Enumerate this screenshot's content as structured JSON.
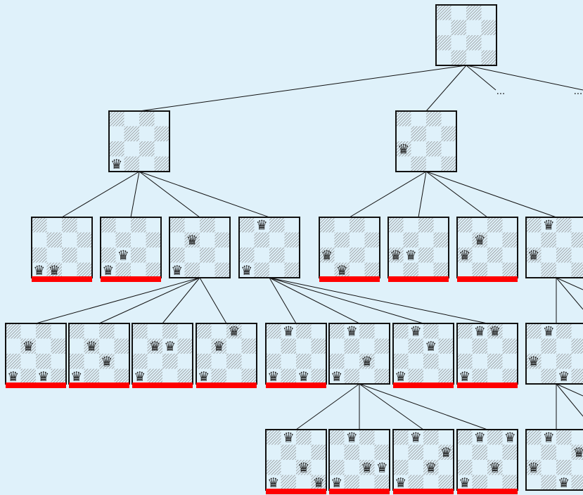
{
  "colors": {
    "background": "#dff1fa",
    "light_square": "#dff1fa",
    "dark_square_hatch": "#8a8a8a",
    "board_border": "#111111",
    "edge": "#111111",
    "conflict_bar": "#ff0000",
    "queen": "#222222"
  },
  "glyphs": {
    "queen": "♛",
    "ellipsis": "..."
  },
  "tree": {
    "board_size": 4,
    "queen_notation": "[column, row] with row 0 = top",
    "root": {
      "queens": [],
      "children": [
        {
          "queens": [
            [
              0,
              3
            ]
          ],
          "children": [
            {
              "queens": [
                [
                  0,
                  3
                ],
                [
                  1,
                  3
                ]
              ],
              "conflict": true
            },
            {
              "queens": [
                [
                  0,
                  3
                ],
                [
                  1,
                  2
                ]
              ],
              "conflict": true
            },
            {
              "queens": [
                [
                  0,
                  3
                ],
                [
                  1,
                  1
                ]
              ],
              "children": [
                {
                  "queens": [
                    [
                      0,
                      3
                    ],
                    [
                      1,
                      1
                    ],
                    [
                      2,
                      3
                    ]
                  ],
                  "conflict": true
                },
                {
                  "queens": [
                    [
                      0,
                      3
                    ],
                    [
                      1,
                      1
                    ],
                    [
                      2,
                      2
                    ]
                  ],
                  "conflict": true
                },
                {
                  "queens": [
                    [
                      0,
                      3
                    ],
                    [
                      1,
                      1
                    ],
                    [
                      2,
                      1
                    ]
                  ],
                  "conflict": true
                },
                {
                  "queens": [
                    [
                      0,
                      3
                    ],
                    [
                      1,
                      1
                    ],
                    [
                      2,
                      0
                    ]
                  ],
                  "conflict": true
                }
              ]
            },
            {
              "queens": [
                [
                  0,
                  3
                ],
                [
                  1,
                  0
                ]
              ],
              "children": [
                {
                  "queens": [
                    [
                      0,
                      3
                    ],
                    [
                      1,
                      0
                    ],
                    [
                      2,
                      3
                    ]
                  ],
                  "conflict": true
                },
                {
                  "queens": [
                    [
                      0,
                      3
                    ],
                    [
                      1,
                      0
                    ],
                    [
                      2,
                      2
                    ]
                  ],
                  "children": [
                    {
                      "queens": [
                        [
                          0,
                          3
                        ],
                        [
                          1,
                          0
                        ],
                        [
                          2,
                          2
                        ],
                        [
                          3,
                          3
                        ]
                      ],
                      "conflict": true
                    },
                    {
                      "queens": [
                        [
                          0,
                          3
                        ],
                        [
                          1,
                          0
                        ],
                        [
                          2,
                          2
                        ],
                        [
                          3,
                          2
                        ]
                      ],
                      "conflict": true
                    },
                    {
                      "queens": [
                        [
                          0,
                          3
                        ],
                        [
                          1,
                          0
                        ],
                        [
                          2,
                          2
                        ],
                        [
                          3,
                          1
                        ]
                      ],
                      "conflict": true
                    },
                    {
                      "queens": [
                        [
                          0,
                          3
                        ],
                        [
                          1,
                          0
                        ],
                        [
                          2,
                          2
                        ],
                        [
                          3,
                          0
                        ]
                      ],
                      "conflict": true
                    }
                  ]
                },
                {
                  "queens": [
                    [
                      0,
                      3
                    ],
                    [
                      1,
                      0
                    ],
                    [
                      2,
                      1
                    ]
                  ],
                  "conflict": true
                },
                {
                  "queens": [
                    [
                      0,
                      3
                    ],
                    [
                      1,
                      0
                    ],
                    [
                      2,
                      0
                    ]
                  ],
                  "conflict": true
                }
              ]
            }
          ]
        },
        {
          "queens": [
            [
              0,
              2
            ]
          ],
          "children": [
            {
              "queens": [
                [
                  0,
                  2
                ],
                [
                  1,
                  3
                ]
              ],
              "conflict": true
            },
            {
              "queens": [
                [
                  0,
                  2
                ],
                [
                  1,
                  2
                ]
              ],
              "conflict": true
            },
            {
              "queens": [
                [
                  0,
                  2
                ],
                [
                  1,
                  1
                ]
              ],
              "conflict": true
            },
            {
              "queens": [
                [
                  0,
                  2
                ],
                [
                  1,
                  0
                ]
              ],
              "children": [
                {
                  "queens": [
                    [
                      0,
                      2
                    ],
                    [
                      1,
                      0
                    ],
                    [
                      2,
                      3
                    ]
                  ],
                  "children": [
                    {
                      "queens": [
                        [
                          0,
                          2
                        ],
                        [
                          1,
                          0
                        ],
                        [
                          2,
                          3
                        ],
                        [
                          3,
                          1
                        ]
                      ]
                    }
                  ]
                }
              ]
            }
          ]
        }
      ]
    }
  }
}
